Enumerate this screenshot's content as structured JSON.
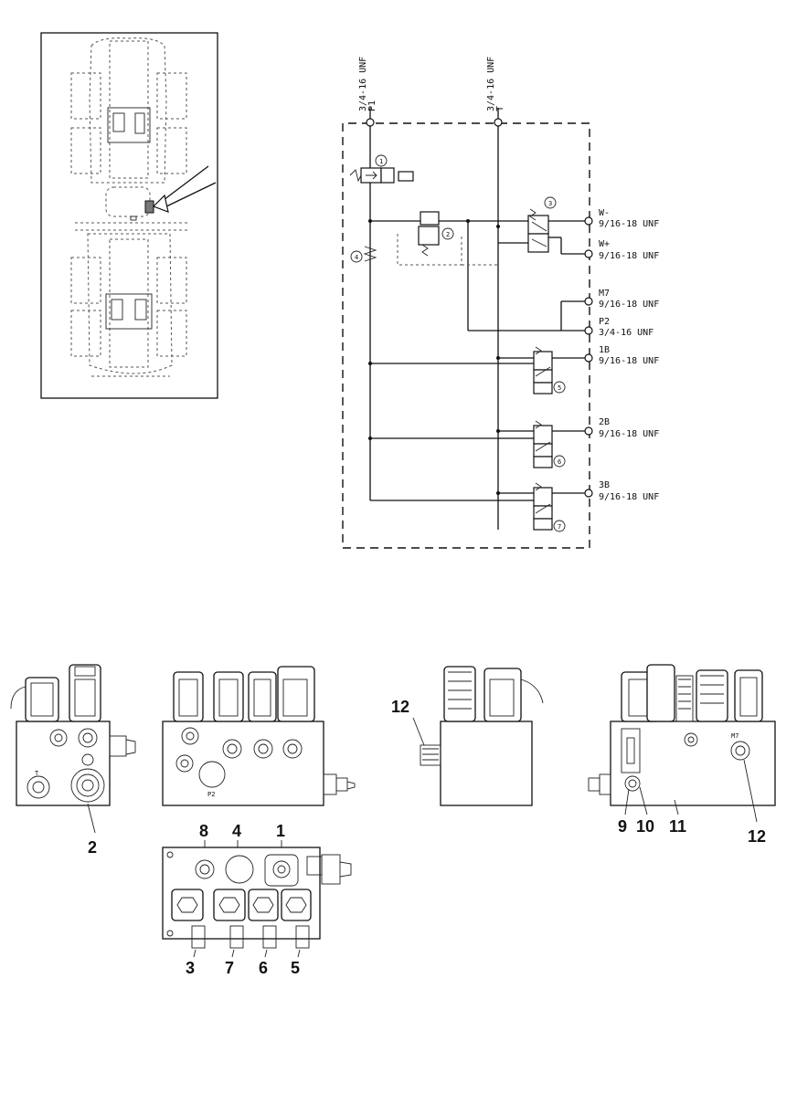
{
  "schematic": {
    "inlet_ports": [
      {
        "name": "P1",
        "size": "3/4-16 UNF"
      },
      {
        "name": "T",
        "size": "3/4-16 UNF"
      }
    ],
    "outlet_ports": [
      {
        "name": "W-",
        "size": "9/16-18 UNF"
      },
      {
        "name": "W+",
        "size": "9/16-18 UNF"
      },
      {
        "name": "M7",
        "size": "9/16-18 UNF"
      },
      {
        "name": "P2",
        "size": "3/4-16 UNF"
      },
      {
        "name": "1B",
        "size": "9/16-18 UNF"
      },
      {
        "name": "2B",
        "size": "9/16-18 UNF"
      },
      {
        "name": "3B",
        "size": "9/16-18 UNF"
      }
    ],
    "component_numbers": [
      "1",
      "2",
      "3",
      "4",
      "5",
      "6",
      "7"
    ]
  },
  "block_views": {
    "port_marks": {
      "t": "T",
      "p2": "P2",
      "m7": "M7"
    },
    "callouts": {
      "c2": "2",
      "c12_left": "12",
      "c9": "9",
      "c10": "10",
      "c11": "11",
      "c12_right": "12",
      "c8": "8",
      "c4": "4",
      "c1": "1",
      "c3": "3",
      "c7": "7",
      "c6": "6",
      "c5": "5"
    }
  }
}
